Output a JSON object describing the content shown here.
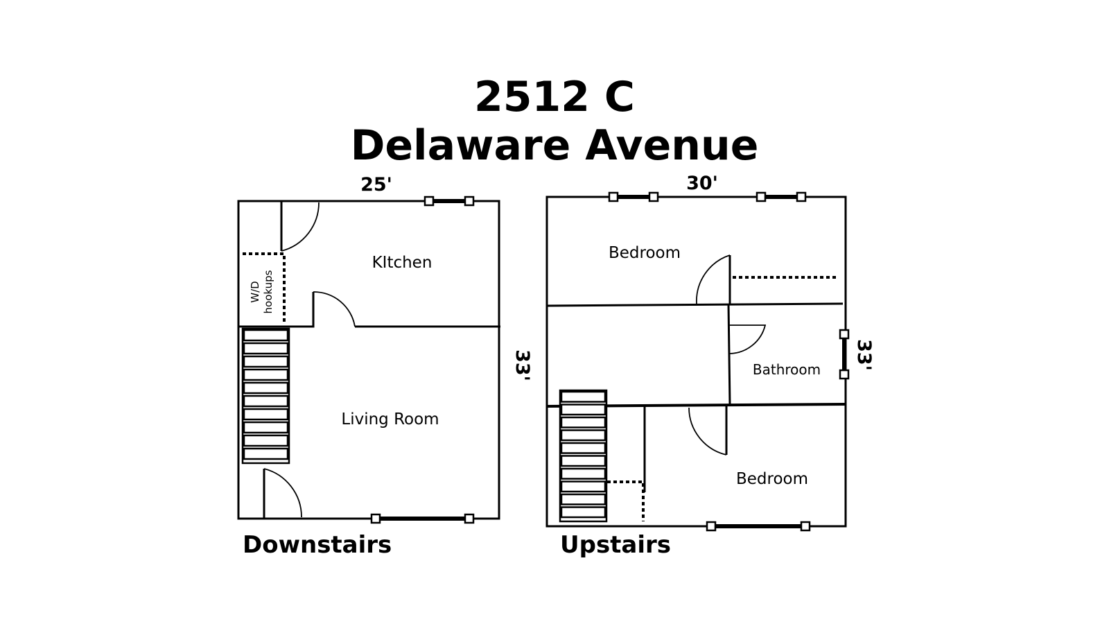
{
  "title": {
    "line1": "2512 C",
    "line2": "Delaware Avenue"
  },
  "downstairs": {
    "label": "Downstairs",
    "width_dim": "25'",
    "depth_dim": "33'",
    "rooms": {
      "kitchen": "KItchen",
      "living_room": "Living Room",
      "laundry_line1": "W/D",
      "laundry_line2": "hookups"
    }
  },
  "upstairs": {
    "label": "Upstairs",
    "width_dim": "30'",
    "depth_dim": "33'",
    "rooms": {
      "bedroom_top": "Bedroom",
      "bathroom": "Bathroom",
      "bedroom_bottom": "Bedroom"
    }
  },
  "colors": {
    "line": "#000000",
    "background": "#ffffff"
  }
}
